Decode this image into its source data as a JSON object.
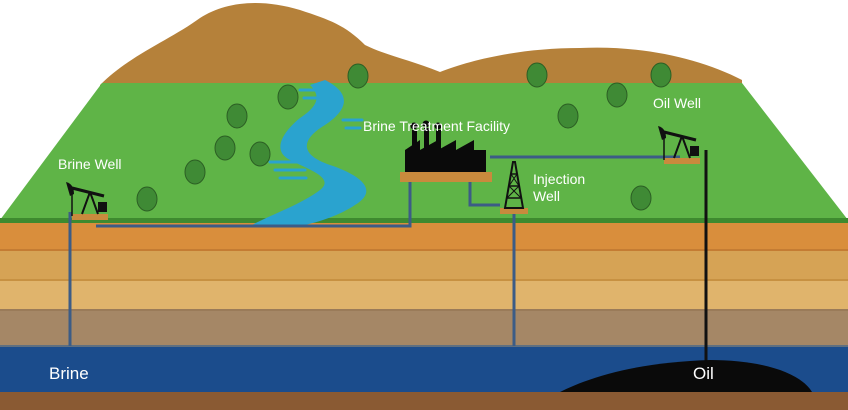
{
  "labels": {
    "brine_well": "Brine Well",
    "treatment_facility": "Brine Treatment Facility",
    "injection_well_line1": "Injection",
    "injection_well_line2": "Well",
    "oil_well": "Oil Well",
    "brine": "Brine",
    "oil": "Oil"
  },
  "colors": {
    "mountain": "#b5813a",
    "grass": "#5fb447",
    "river": "#2aa3cf",
    "pipe": "#3c5c86",
    "brine_layer": "#1b4c8c",
    "oil": "#0a0a0a",
    "soil_top": "#d98e3c"
  },
  "icons": [
    "pumpjack-icon",
    "derrick-icon",
    "factory-icon",
    "tree-icon"
  ]
}
